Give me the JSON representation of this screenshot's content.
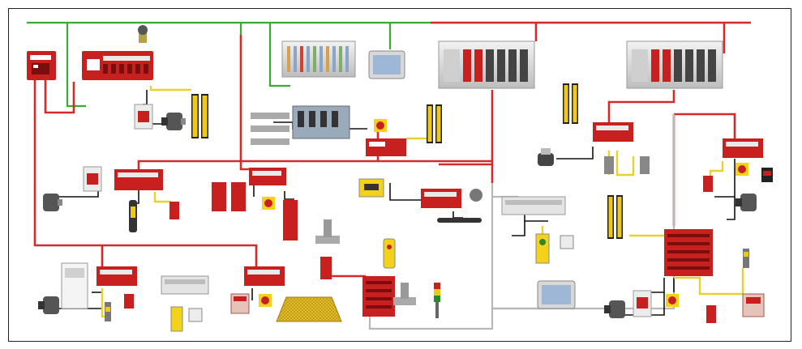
{
  "title": "",
  "colors": {
    "network": "#3aaa35",
    "safety_bus": "#d42a2a",
    "device_link": "#111111",
    "sensor_cable": "#e8d22a",
    "ethernet_gray": "#b8b8b8",
    "device_red": "#c8201f",
    "device_gray": "#d6d6d6"
  },
  "devices": [
    {
      "name": "gateway-module",
      "icon": "gateway"
    },
    {
      "name": "safety-controller-1",
      "icon": "controller"
    },
    {
      "name": "light-curtain",
      "icon": "light-curtain"
    },
    {
      "name": "contactor",
      "icon": "contactor"
    },
    {
      "name": "motor",
      "icon": "motor"
    },
    {
      "name": "io-rack",
      "icon": "io-rack"
    },
    {
      "name": "hmi-panel",
      "icon": "hmi"
    },
    {
      "name": "plc-chassis",
      "icon": "plc"
    },
    {
      "name": "safety-relay",
      "icon": "relay"
    },
    {
      "name": "e-stop",
      "icon": "e-stop"
    },
    {
      "name": "safety-mat",
      "icon": "mat"
    },
    {
      "name": "stack-light",
      "icon": "stack-light"
    },
    {
      "name": "interlock-switch",
      "icon": "interlock"
    },
    {
      "name": "enabling-switch",
      "icon": "enable-switch"
    },
    {
      "name": "cable-pull-switch",
      "icon": "pull-switch"
    }
  ]
}
